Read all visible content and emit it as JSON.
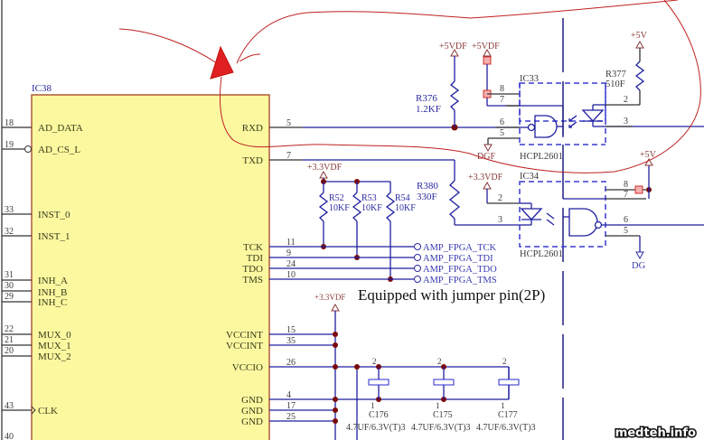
{
  "ic38": {
    "ref": "IC38",
    "left_pins": [
      {
        "num": "18",
        "name": "AD_DATA"
      },
      {
        "num": "19",
        "name": "AD_CS_L"
      },
      {
        "num": "33",
        "name": "INST_0"
      },
      {
        "num": "32",
        "name": "INST_1"
      },
      {
        "num": "31",
        "name": "INH_A"
      },
      {
        "num": "30",
        "name": "INH_B"
      },
      {
        "num": "29",
        "name": "INH_C"
      },
      {
        "num": "22",
        "name": "MUX_0"
      },
      {
        "num": "21",
        "name": "MUX_1"
      },
      {
        "num": "20",
        "name": "MUX_2"
      },
      {
        "num": "43",
        "name": "CLK"
      },
      {
        "num": "40",
        "name": ""
      }
    ],
    "right_pins": [
      {
        "num": "5",
        "name": "RXD"
      },
      {
        "num": "7",
        "name": "TXD"
      },
      {
        "num": "11",
        "name": "TCK"
      },
      {
        "num": "9",
        "name": "TDI"
      },
      {
        "num": "24",
        "name": "TDO"
      },
      {
        "num": "10",
        "name": "TMS"
      },
      {
        "num": "15",
        "name": "VCCINT"
      },
      {
        "num": "35",
        "name": "VCCINT"
      },
      {
        "num": "26",
        "name": "VCCIO"
      },
      {
        "num": "4",
        "name": "GND"
      },
      {
        "num": "17",
        "name": "GND"
      },
      {
        "num": "25",
        "name": "GND"
      }
    ]
  },
  "jtag": {
    "power": "+3.3VDF",
    "resistors": [
      {
        "ref": "R52",
        "value": "10KF"
      },
      {
        "ref": "R53",
        "value": "10KF"
      },
      {
        "ref": "R54",
        "value": "10KF"
      }
    ],
    "nets": [
      "AMP_FPGA_TCK",
      "AMP_FPGA_TDI",
      "AMP_FPGA_TDO",
      "AMP_FPGA_TMS"
    ],
    "note": "Equipped with jumper pin(2P)"
  },
  "ic33": {
    "ref": "IC33",
    "part": "HCPL2601",
    "pins": [
      "8",
      "7",
      "6",
      "5",
      "2",
      "3"
    ],
    "power_a": "+5VDF",
    "power_b": "+5VDF",
    "ground": "DGF",
    "r376": {
      "ref": "R376",
      "value": "1.2KF"
    },
    "r377": {
      "ref": "R377",
      "value": "510F"
    },
    "power_right": "+5V"
  },
  "ic34": {
    "ref": "IC34",
    "part": "HCPL2601",
    "pins": [
      "2",
      "3",
      "8",
      "7",
      "6",
      "5"
    ],
    "power_left": "+3.3VDF",
    "power_right": "+5V",
    "ground": "DG",
    "r380": {
      "ref": "R380",
      "value": "330F"
    }
  },
  "power_section": {
    "power": "+3.3VDF",
    "capacitors": [
      {
        "ref": "C176",
        "value": "4.7UF/6.3V(T)3"
      },
      {
        "ref": "C175",
        "value": "4.7UF/6.3V(T)3"
      },
      {
        "ref": "C177",
        "value": "4.7UF/6.3V(T)3"
      }
    ],
    "cap_pin_top": "2",
    "cap_pin_bottom": "1"
  },
  "watermark": "medteh.info"
}
